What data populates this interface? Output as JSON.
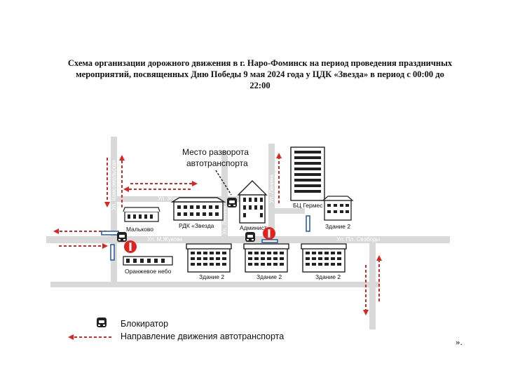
{
  "title": "Схема организации дорожного движения в г. Наро-Фоминск на период проведения праздничных мероприятий, посвященных Дню Победы 9 мая 2024 года у ЦДК «Звезда» в период с 00:00 до 22:00",
  "annotations": {
    "turnaround_line1": "Место разворота",
    "turnaround_line2": "автотранспорта"
  },
  "streets": {
    "zhukova_top": "Ул. Жукова",
    "mzhukova": "Ул. М.Жукова",
    "pl_svobody": "Ул. Пл. Свободы",
    "left_vertical": "Ул. Комсомольская",
    "center_vertical": "Ул. Ленина",
    "right_vertical": "Ул. Ленина"
  },
  "buildings": {
    "malkovo": "Мальково",
    "rdk_zvezda": "РДК «Звезда",
    "administration": "Админист",
    "bc_germes": "БЦ Гермес",
    "zdanie2_top": "Здание 2",
    "oranzhevoe_nebo": "Оранжевое небо",
    "zdanie2_a": "Здание 2",
    "zdanie2_b": "Здание 2",
    "zdanie2_c": "Здание 2"
  },
  "legend": {
    "blocker": "Блокиратор",
    "direction": "Направление движения автотранспорта"
  },
  "trailing": "».",
  "colors": {
    "road": "#d9d9d9",
    "arrow": "#e0231f",
    "building": "#222222",
    "blocker_bar": "#2f5fa8"
  }
}
